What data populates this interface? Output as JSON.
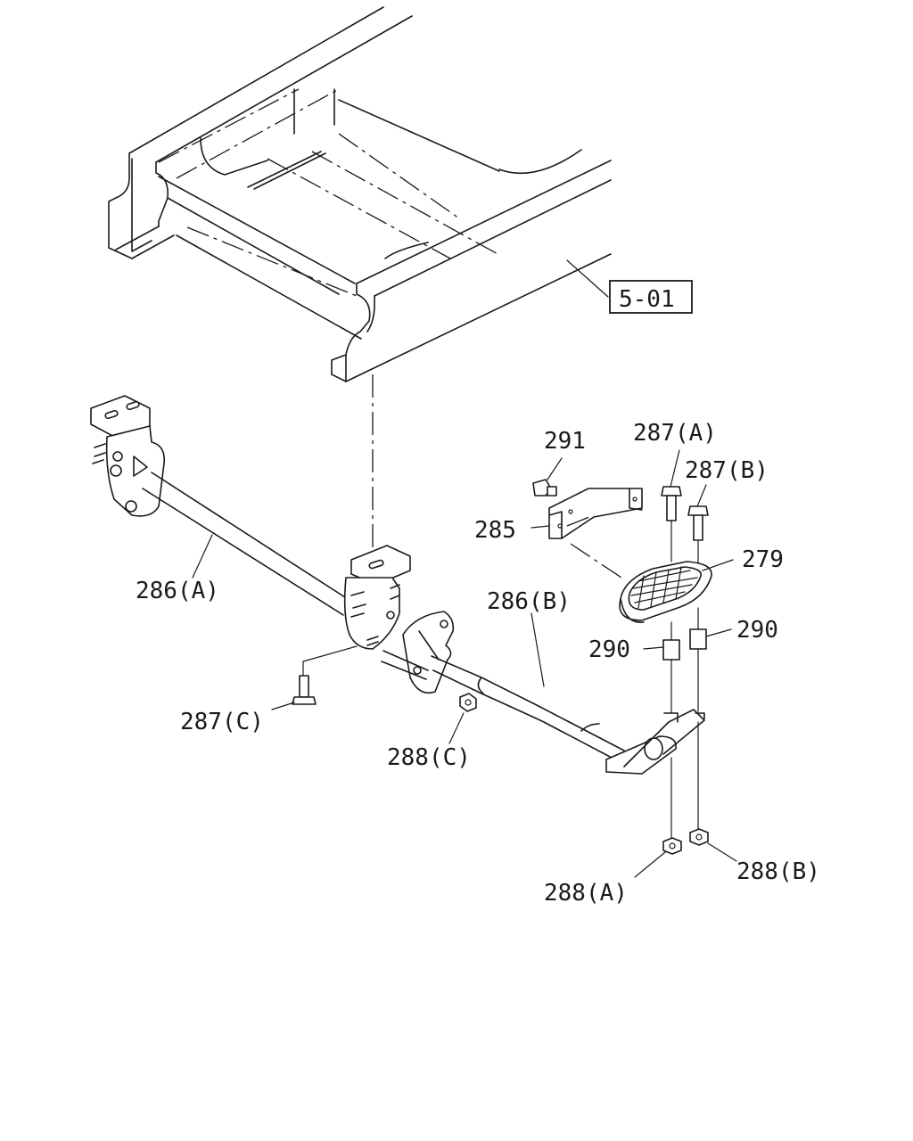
{
  "reference_box": "5-01",
  "callouts": {
    "c286a": "286(A)",
    "c286b": "286(B)",
    "c287a": "287(A)",
    "c287b": "287(B)",
    "c287c": "287(C)",
    "c288a": "288(A)",
    "c288b": "288(B)",
    "c288c": "288(C)",
    "c285": "285",
    "c291": "291",
    "c279": "279",
    "c290l": "290",
    "c290r": "290"
  }
}
